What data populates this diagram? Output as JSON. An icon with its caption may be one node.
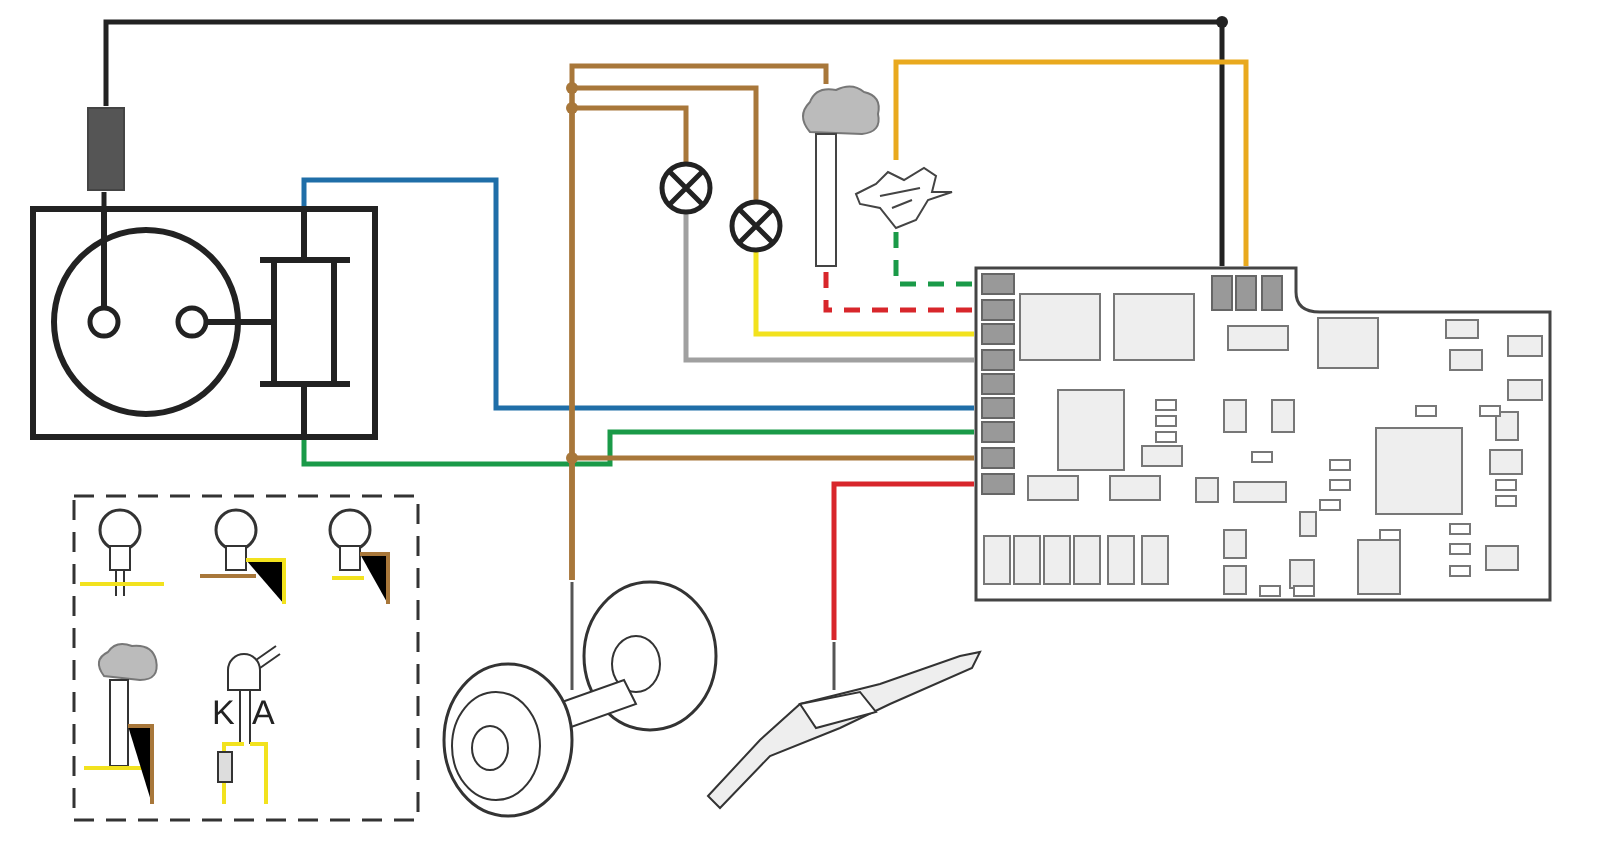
{
  "diagram": {
    "nodes": [
      {
        "text": [],
        "shape": "picture"
      },
      {
        "text": [],
        "shape": "picture"
      },
      {
        "text": [],
        "shape": "box"
      },
      {
        "text": [],
        "shape": "circle"
      },
      {
        "text": [],
        "shape": "circle"
      },
      {
        "text": [],
        "shape": "picture"
      },
      {
        "text": [],
        "shape": "picture"
      },
      {
        "text": [],
        "shape": "picture"
      },
      {
        "text": [],
        "shape": "picture"
      }
    ],
    "edges": [
      {
        "from": 1,
        "to": 2,
        "arrow": "none",
        "color": "#222222"
      },
      {
        "from": 2,
        "to": 0,
        "arrow": "none",
        "color": "#222222"
      },
      {
        "from": 1,
        "to": 0,
        "arrow": "none",
        "color": "#1f6ea8"
      },
      {
        "from": 1,
        "to": 0,
        "arrow": "none",
        "color": "#1a9a48"
      },
      {
        "from": 7,
        "to": 0,
        "arrow": "none",
        "color": "#a8773a"
      },
      {
        "from": 7,
        "to": 3,
        "arrow": "none",
        "color": "#a8773a"
      },
      {
        "from": 7,
        "to": 4,
        "arrow": "none",
        "color": "#a8773a"
      },
      {
        "from": 7,
        "to": 5,
        "arrow": "none",
        "color": "#a8773a"
      },
      {
        "from": 3,
        "to": 0,
        "arrow": "none",
        "color": "#a0a0a0"
      },
      {
        "from": 4,
        "to": 0,
        "arrow": "none",
        "color": "#f2e21e"
      },
      {
        "from": 5,
        "to": 0,
        "arrow": "none",
        "style": "dashed",
        "color": "#d8262b"
      },
      {
        "from": 6,
        "to": 0,
        "arrow": "none",
        "style": "dashed",
        "color": "#1a9a48"
      },
      {
        "from": 6,
        "to": 0,
        "arrow": "none",
        "color": "#e9a91e"
      },
      {
        "from": 8,
        "to": 0,
        "arrow": "none",
        "color": "#d8262b"
      }
    ],
    "labels": [
      "K",
      "A"
    ]
  }
}
